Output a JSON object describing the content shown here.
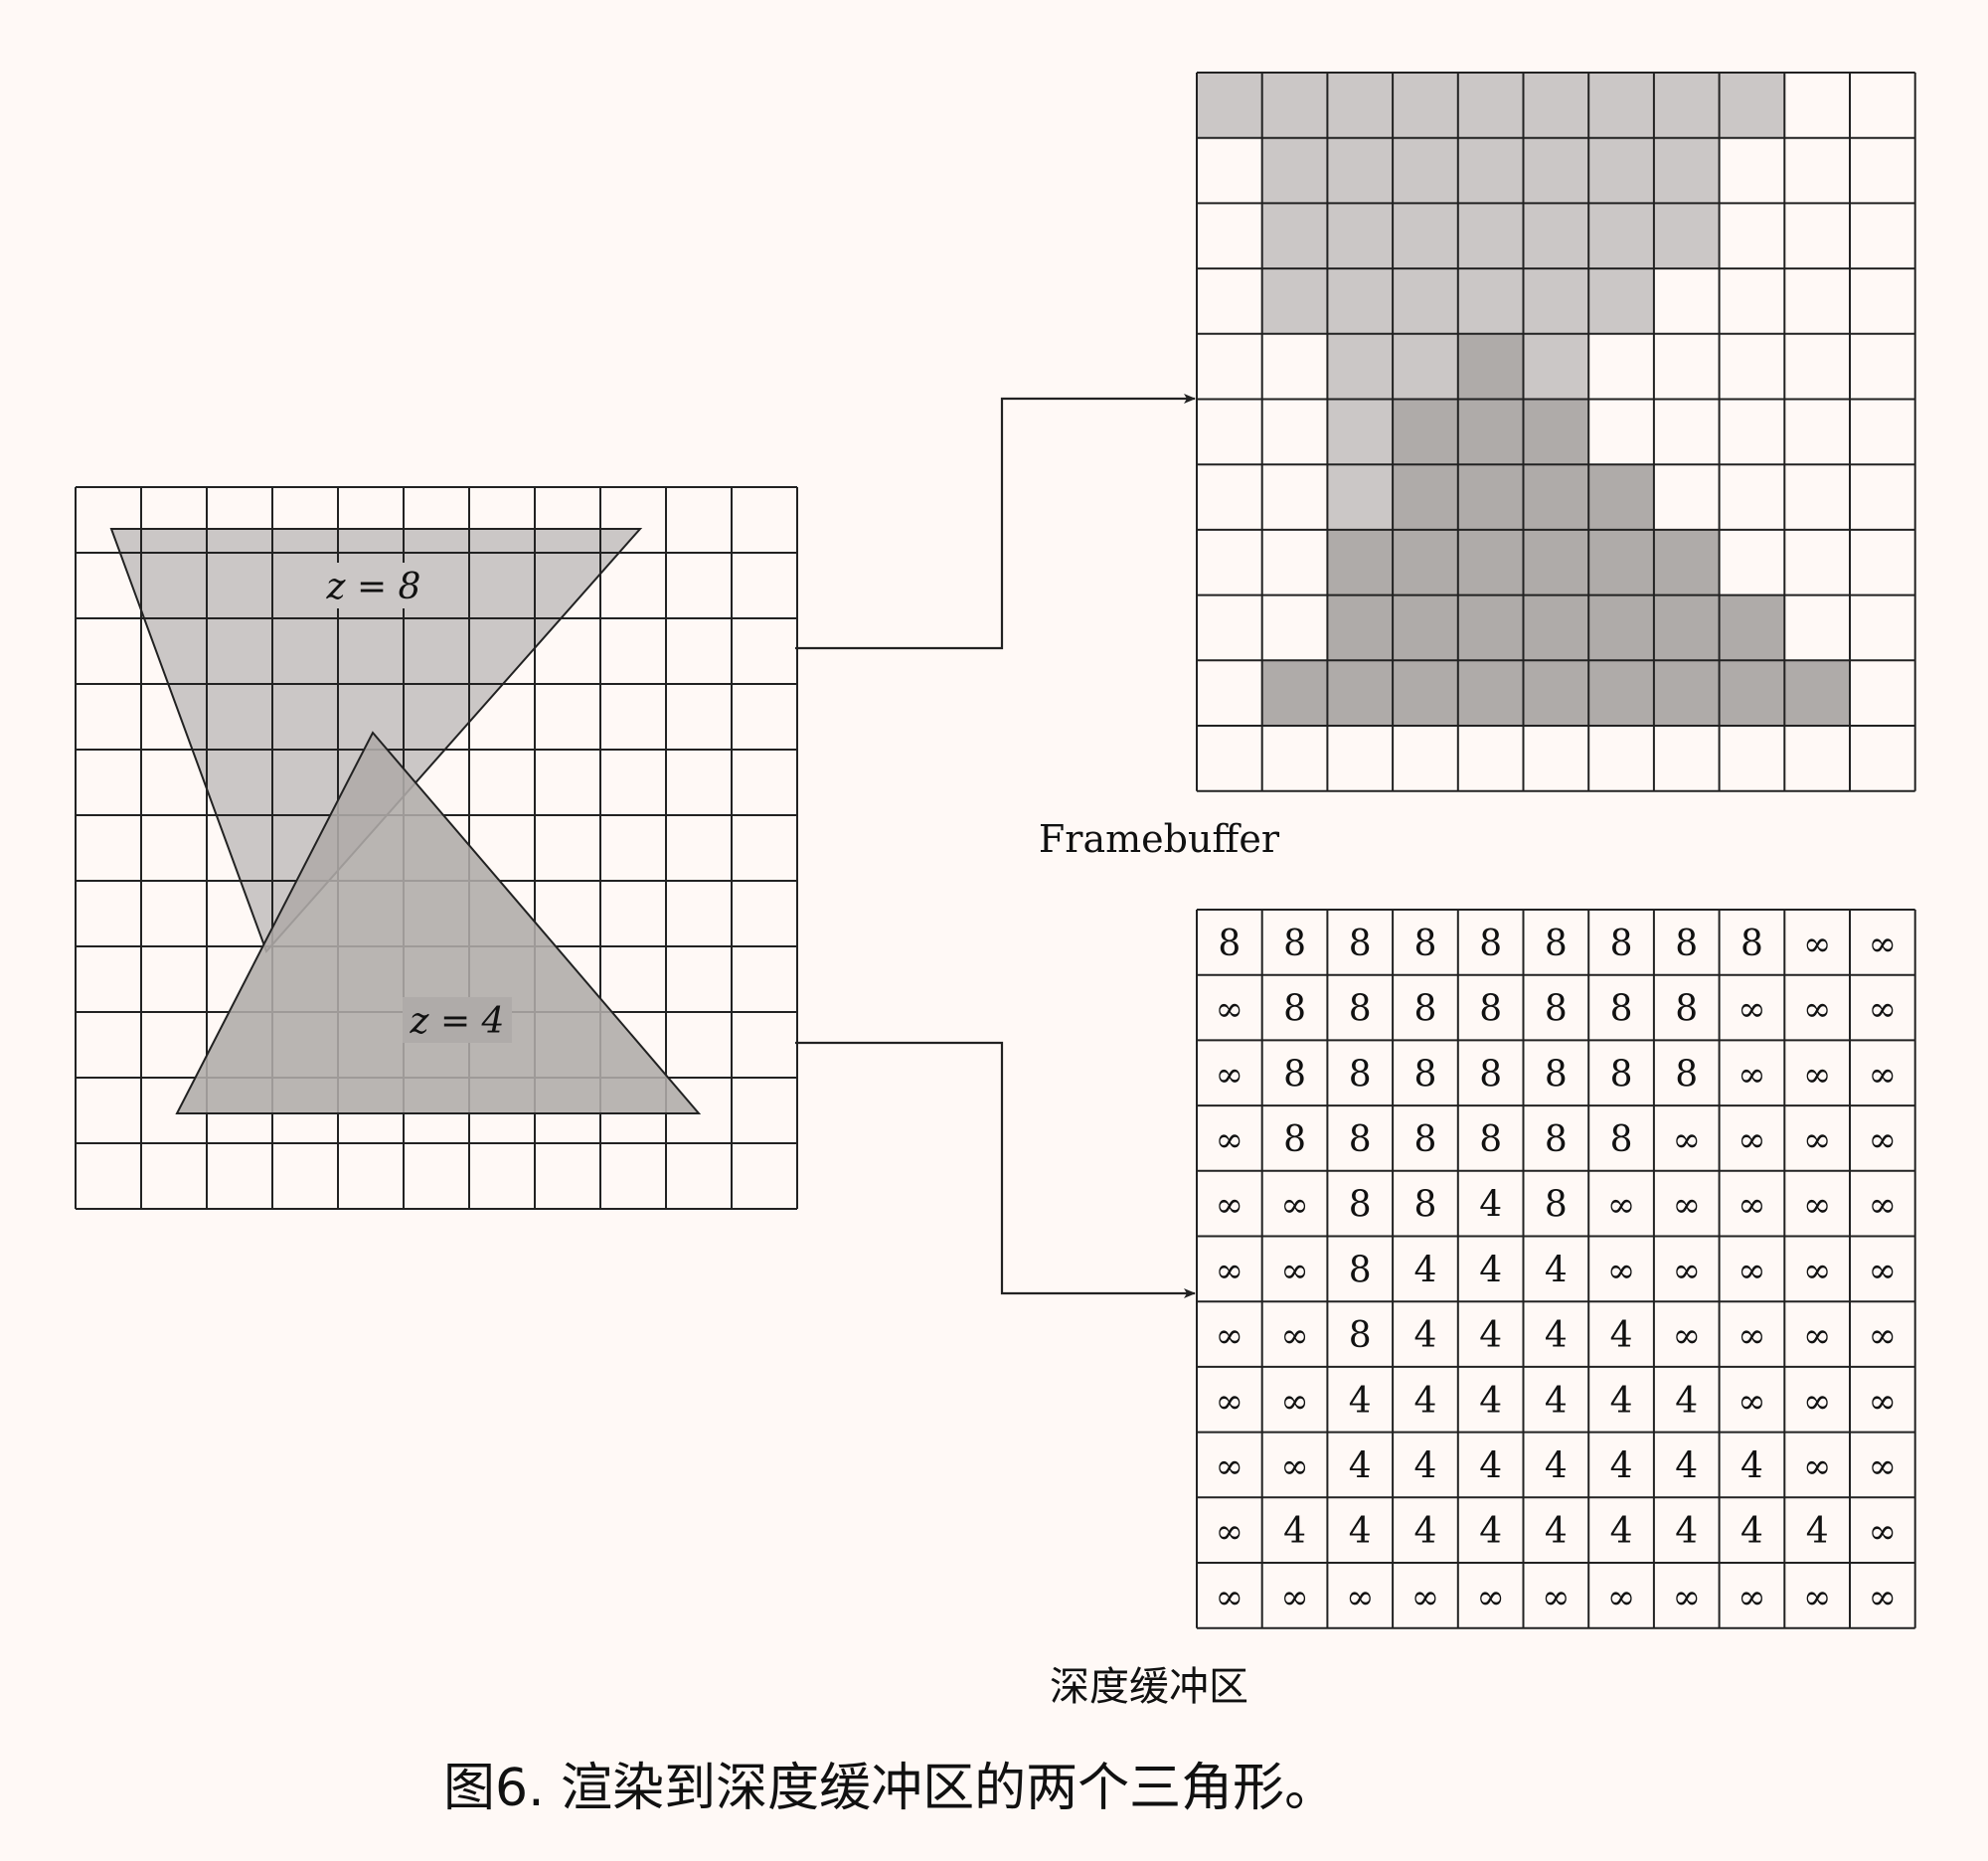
{
  "grid_size": 11,
  "triangles": [
    {
      "label_math": "z = 8",
      "z": 8,
      "fill": "#cbc7c6"
    },
    {
      "label_math": "z = 4",
      "z": 4,
      "fill": "#afaba9"
    }
  ],
  "framebuffer": {
    "label": "Framebuffer",
    "colors": {
      "8": "#cbc7c6",
      "4": "#afaba9",
      "∞": "#fff9f6"
    }
  },
  "depth_buffer": {
    "label": "深度缓冲区",
    "rows": [
      [
        "8",
        "8",
        "8",
        "8",
        "8",
        "8",
        "8",
        "8",
        "8",
        "∞",
        "∞"
      ],
      [
        "∞",
        "8",
        "8",
        "8",
        "8",
        "8",
        "8",
        "8",
        "∞",
        "∞",
        "∞"
      ],
      [
        "∞",
        "8",
        "8",
        "8",
        "8",
        "8",
        "8",
        "8",
        "∞",
        "∞",
        "∞"
      ],
      [
        "∞",
        "8",
        "8",
        "8",
        "8",
        "8",
        "8",
        "∞",
        "∞",
        "∞",
        "∞"
      ],
      [
        "∞",
        "∞",
        "8",
        "8",
        "4",
        "8",
        "∞",
        "∞",
        "∞",
        "∞",
        "∞"
      ],
      [
        "∞",
        "∞",
        "8",
        "4",
        "4",
        "4",
        "∞",
        "∞",
        "∞",
        "∞",
        "∞"
      ],
      [
        "∞",
        "∞",
        "8",
        "4",
        "4",
        "4",
        "4",
        "∞",
        "∞",
        "∞",
        "∞"
      ],
      [
        "∞",
        "∞",
        "4",
        "4",
        "4",
        "4",
        "4",
        "4",
        "∞",
        "∞",
        "∞"
      ],
      [
        "∞",
        "∞",
        "4",
        "4",
        "4",
        "4",
        "4",
        "4",
        "4",
        "∞",
        "∞"
      ],
      [
        "∞",
        "4",
        "4",
        "4",
        "4",
        "4",
        "4",
        "4",
        "4",
        "4",
        "∞"
      ],
      [
        "∞",
        "∞",
        "∞",
        "∞",
        "∞",
        "∞",
        "∞",
        "∞",
        "∞",
        "∞",
        "∞"
      ]
    ]
  },
  "caption": "图6. 渲染到深度缓冲区的两个三角形。",
  "colors": {
    "background": "#fff9f6",
    "line": "#222222"
  }
}
